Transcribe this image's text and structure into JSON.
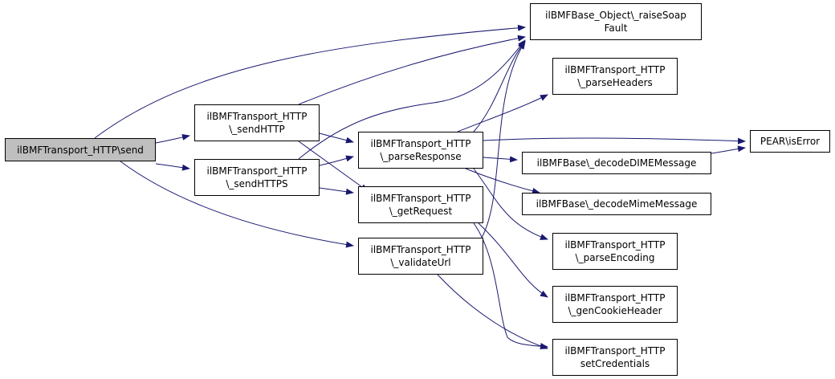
{
  "colors": {
    "edge": "#191970",
    "node_fill": "#ffffff",
    "root_fill": "#bfbfbf",
    "border": "#000000"
  },
  "nodes": {
    "send": {
      "lines": [
        "ilBMFTransport_HTTP\\send"
      ]
    },
    "sendHTTP": {
      "lines": [
        "ilBMFTransport_HTTP",
        "\\_sendHTTP"
      ]
    },
    "sendHTTPS": {
      "lines": [
        "ilBMFTransport_HTTP",
        "\\_sendHTTPS"
      ]
    },
    "parseResponse": {
      "lines": [
        "ilBMFTransport_HTTP",
        "\\_parseResponse"
      ]
    },
    "getRequest": {
      "lines": [
        "ilBMFTransport_HTTP",
        "\\_getRequest"
      ]
    },
    "validateUrl": {
      "lines": [
        "ilBMFTransport_HTTP",
        "\\_validateUrl"
      ]
    },
    "raiseSoapFault": {
      "lines": [
        "ilBMFBase_Object\\_raiseSoap",
        "Fault"
      ]
    },
    "parseHeaders": {
      "lines": [
        "ilBMFTransport_HTTP",
        "\\_parseHeaders"
      ]
    },
    "decodeDIMEMessage": {
      "lines": [
        "ilBMFBase\\_decodeDIMEMessage"
      ]
    },
    "decodeMimeMessage": {
      "lines": [
        "ilBMFBase\\_decodeMimeMessage"
      ]
    },
    "parseEncoding": {
      "lines": [
        "ilBMFTransport_HTTP",
        "\\_parseEncoding"
      ]
    },
    "genCookieHeader": {
      "lines": [
        "ilBMFTransport_HTTP",
        "\\_genCookieHeader"
      ]
    },
    "setCredentials": {
      "lines": [
        "ilBMFTransport_HTTP",
        "setCredentials"
      ]
    },
    "isError": {
      "lines": [
        "PEAR\\isError"
      ]
    }
  },
  "edges": [
    {
      "from": "send",
      "to": "raiseSoapFault"
    },
    {
      "from": "send",
      "to": "sendHTTP"
    },
    {
      "from": "send",
      "to": "sendHTTPS"
    },
    {
      "from": "send",
      "to": "validateUrl"
    },
    {
      "from": "sendHTTP",
      "to": "raiseSoapFault"
    },
    {
      "from": "sendHTTP",
      "to": "parseResponse"
    },
    {
      "from": "sendHTTP",
      "to": "getRequest"
    },
    {
      "from": "sendHTTPS",
      "to": "raiseSoapFault"
    },
    {
      "from": "sendHTTPS",
      "to": "parseResponse"
    },
    {
      "from": "sendHTTPS",
      "to": "getRequest"
    },
    {
      "from": "parseResponse",
      "to": "raiseSoapFault"
    },
    {
      "from": "parseResponse",
      "to": "parseHeaders"
    },
    {
      "from": "parseResponse",
      "to": "isError"
    },
    {
      "from": "parseResponse",
      "to": "decodeDIMEMessage"
    },
    {
      "from": "parseResponse",
      "to": "decodeMimeMessage"
    },
    {
      "from": "parseResponse",
      "to": "parseEncoding"
    },
    {
      "from": "getRequest",
      "to": "genCookieHeader"
    },
    {
      "from": "getRequest",
      "to": "setCredentials"
    },
    {
      "from": "validateUrl",
      "to": "raiseSoapFault"
    },
    {
      "from": "validateUrl",
      "to": "setCredentials"
    },
    {
      "from": "decodeDIMEMessage",
      "to": "isError"
    }
  ]
}
